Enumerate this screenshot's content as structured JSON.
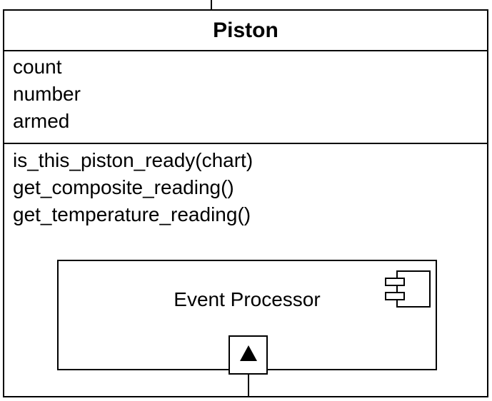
{
  "class": {
    "name": "Piston",
    "attributes": [
      "count",
      "number",
      "armed"
    ],
    "methods": [
      "is_this_piston_ready(chart)",
      "get_composite_reading()",
      "get_temperature_reading()"
    ]
  },
  "component": {
    "label": "Event Processor",
    "icon": "component-icon",
    "port_icon": "triangle-up-icon"
  },
  "colors": {
    "stroke": "#000000",
    "background": "#ffffff"
  }
}
